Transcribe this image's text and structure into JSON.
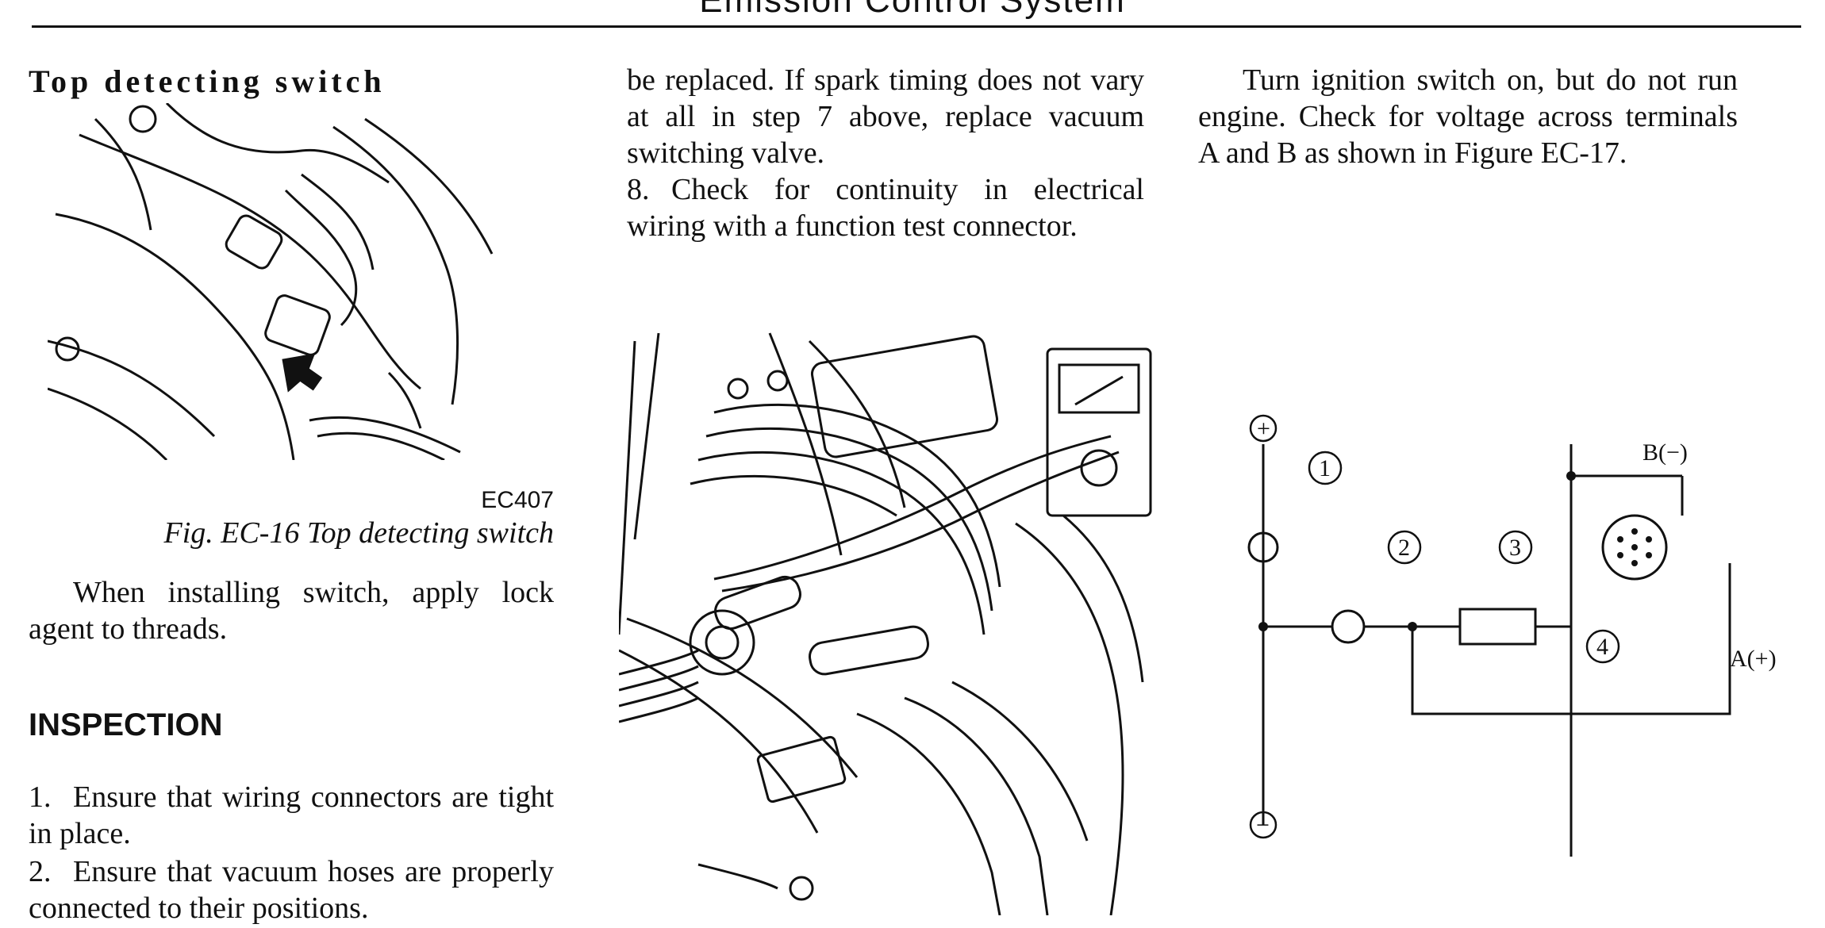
{
  "header": {
    "title": "Emission Control System"
  },
  "col1": {
    "heading": "Top detecting switch",
    "figure": {
      "code": "EC407",
      "caption": "Fig. EC-16 Top detecting switch"
    },
    "install_note": "When installing switch, apply lock agent to threads.",
    "inspection_heading": "INSPECTION",
    "steps": [
      {
        "num": "1.",
        "text": "Ensure that wiring connectors are tight in place."
      },
      {
        "num": "2.",
        "text": "Ensure that vacuum hoses are properly connected to their positions."
      }
    ]
  },
  "col2": {
    "p1": "be replaced. If spark timing does not vary at all in step 7 above, replace vacuum switching valve.",
    "step8_num": "8.",
    "step8_text": "Check for continuity in electrical wiring with a function test connector."
  },
  "col3": {
    "p1": "Turn ignition switch on, but do not run engine. Check for voltage across terminals A and B as shown in Figure EC-17."
  },
  "schematic": {
    "plus": "+",
    "minus": "−",
    "callouts": [
      "1",
      "2",
      "3",
      "4"
    ],
    "terminal_b": "B(−)",
    "terminal_a": "A(+)"
  }
}
